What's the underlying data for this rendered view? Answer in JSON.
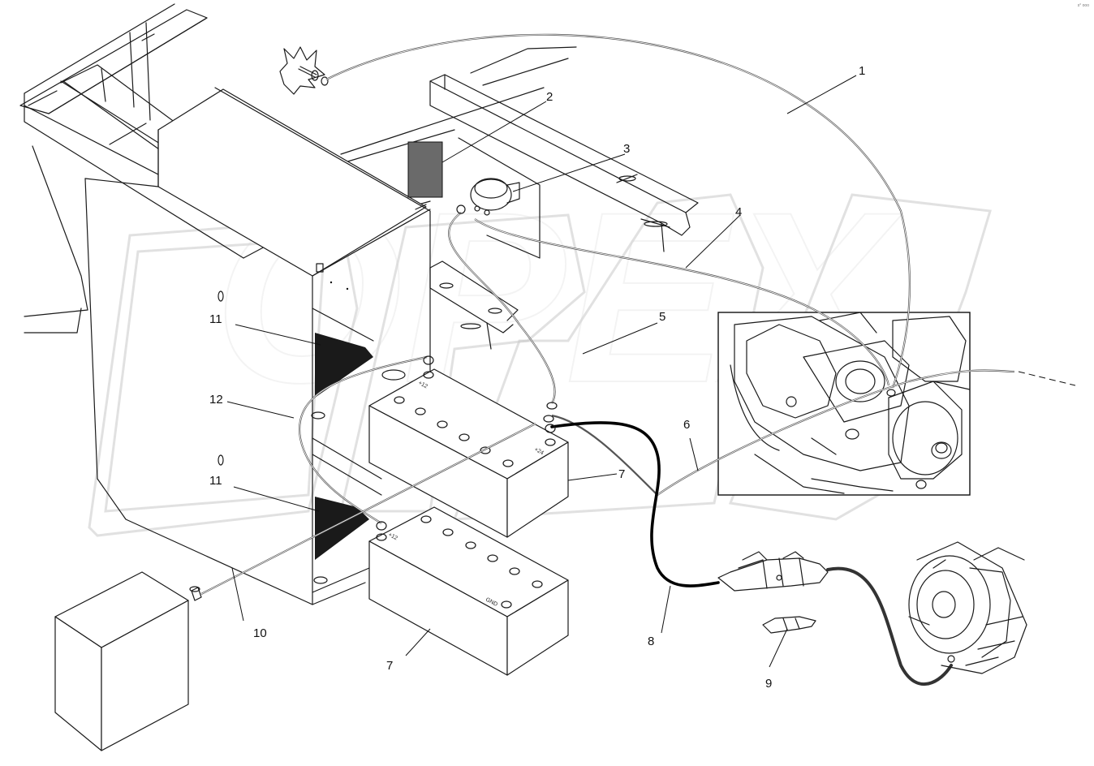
{
  "diagram": {
    "callouts": [
      "1",
      "2",
      "3",
      "4",
      "5",
      "6",
      "7",
      "8",
      "9",
      "10",
      "11",
      "12"
    ],
    "battery_markings": {
      "plus12": "+12",
      "plus24": "+24",
      "gnd": "GND"
    },
    "watermark": "OPEX",
    "corner_note": "s° ooo"
  },
  "colors": {
    "line": "#1a1a1a",
    "cable": "#555555",
    "power_cable": "#000000",
    "mat": "#1a1a1a",
    "label_plate": "#6a6a6a",
    "watermark": "#c9c9c9"
  }
}
